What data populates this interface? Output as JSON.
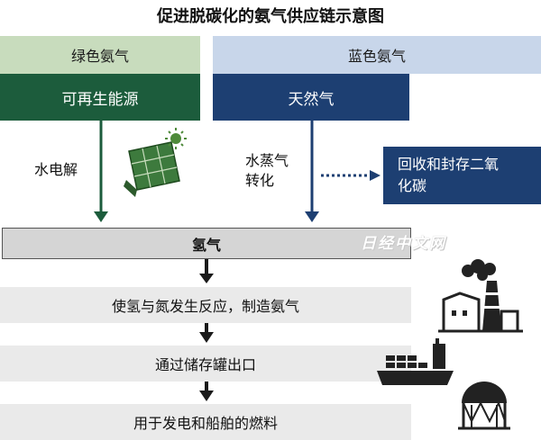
{
  "title": "促进脱碳化的氨气供应链示意图",
  "green": {
    "header": "绿色氨气",
    "source": "可再生能源",
    "process": "水电解"
  },
  "blue": {
    "header": "蓝色氨气",
    "source": "天然气",
    "process_line1": "水蒸气",
    "process_line2": "转化",
    "capture_line1": "回收和封存二氧",
    "capture_line2": "化碳"
  },
  "hydrogen": "氢气",
  "steps": [
    "使氢与氮发生反应，制造氨气",
    "通过储存罐出口",
    "用于发电和船舶的燃料"
  ],
  "watermark": "日经中文网",
  "colors": {
    "green_dark": "#1c5c3c",
    "green_light": "#c8dcbd",
    "blue_dark": "#1d3f72",
    "blue_light": "#c8d6ea"
  },
  "icons": [
    "solar-panel-icon",
    "sun-icon",
    "factory-icon",
    "cargo-ship-icon",
    "storage-tank-icon"
  ]
}
